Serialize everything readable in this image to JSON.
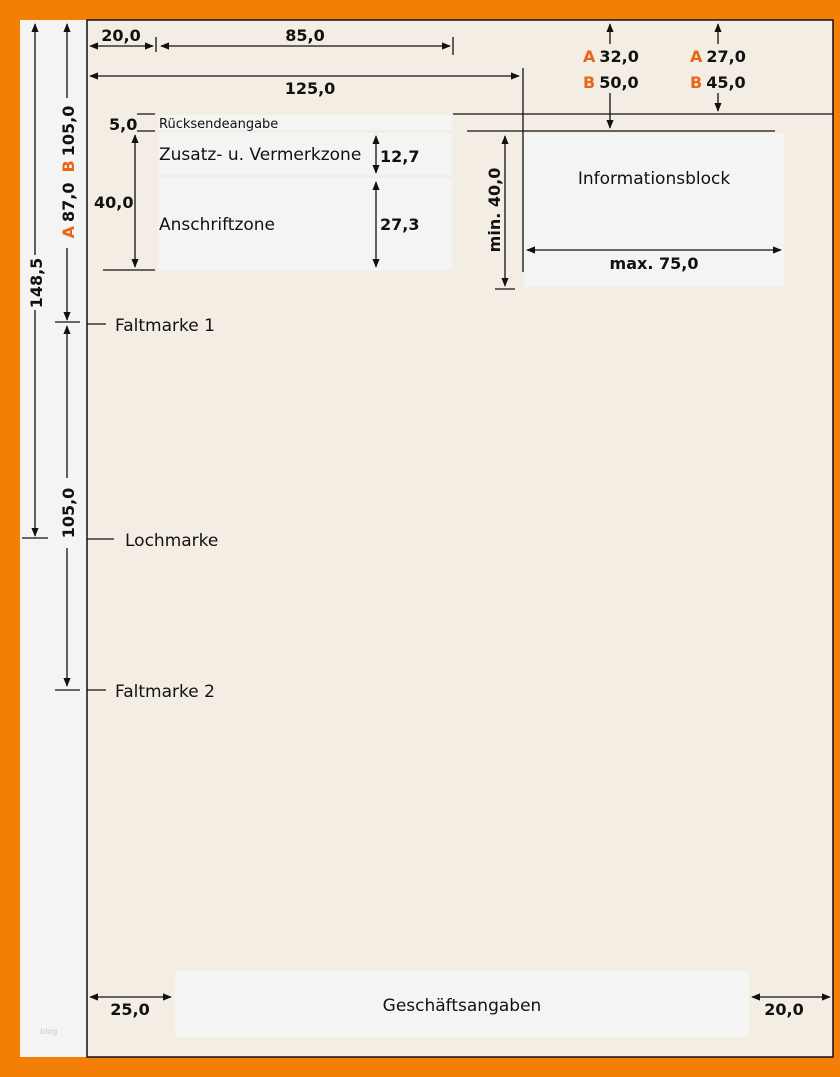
{
  "colors": {
    "frame": "#f47f06",
    "paper": "#f4ede3",
    "zone": "#f4f4f4",
    "accent_letter": "#e8651a"
  },
  "left": {
    "total_height": "148,5",
    "fold1_A": "87,0",
    "fold1_B": "105,0",
    "fold_spacing": "105,0",
    "letter_A": "A",
    "letter_B": "B"
  },
  "marks": {
    "fold1": "Faltmarke 1",
    "hole": "Lochmarke",
    "fold2": "Faltmarke 2"
  },
  "top": {
    "left_margin": "20,0",
    "address_width": "85,0",
    "info_offset": "125,0"
  },
  "address": {
    "return_height": "5,0",
    "return_label": "Rücksendeangabe",
    "notes_label": "Zusatz- u. Vermerkzone",
    "notes_height": "12,7",
    "address_label": "Anschriftzone",
    "address_height": "27,3",
    "total_height": "40,0"
  },
  "info": {
    "label": "Informationsblock",
    "min_height": "min. 40,0",
    "max_width": "max. 75,0",
    "col1_A": "32,0",
    "col1_B": "50,0",
    "col2_A": "27,0",
    "col2_B": "45,0"
  },
  "footer": {
    "label": "Geschäftsangaben",
    "left_margin": "25,0",
    "right_margin": "20,0"
  },
  "watermark": "blog"
}
